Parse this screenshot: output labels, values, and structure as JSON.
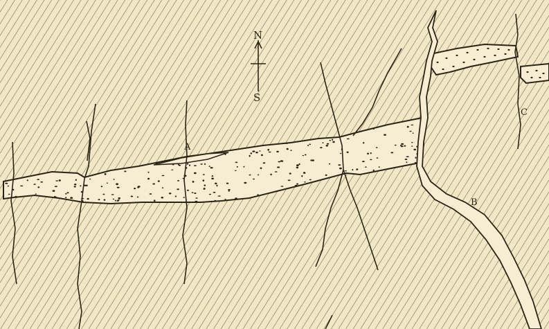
{
  "compass": {
    "north": "N",
    "south": "S"
  },
  "labels": {
    "a": "A",
    "b": "B",
    "c": "C"
  },
  "colors": {
    "paper": "#f3e8c6",
    "ink": "#2a2416",
    "vein_fill": "#f6edd2"
  }
}
